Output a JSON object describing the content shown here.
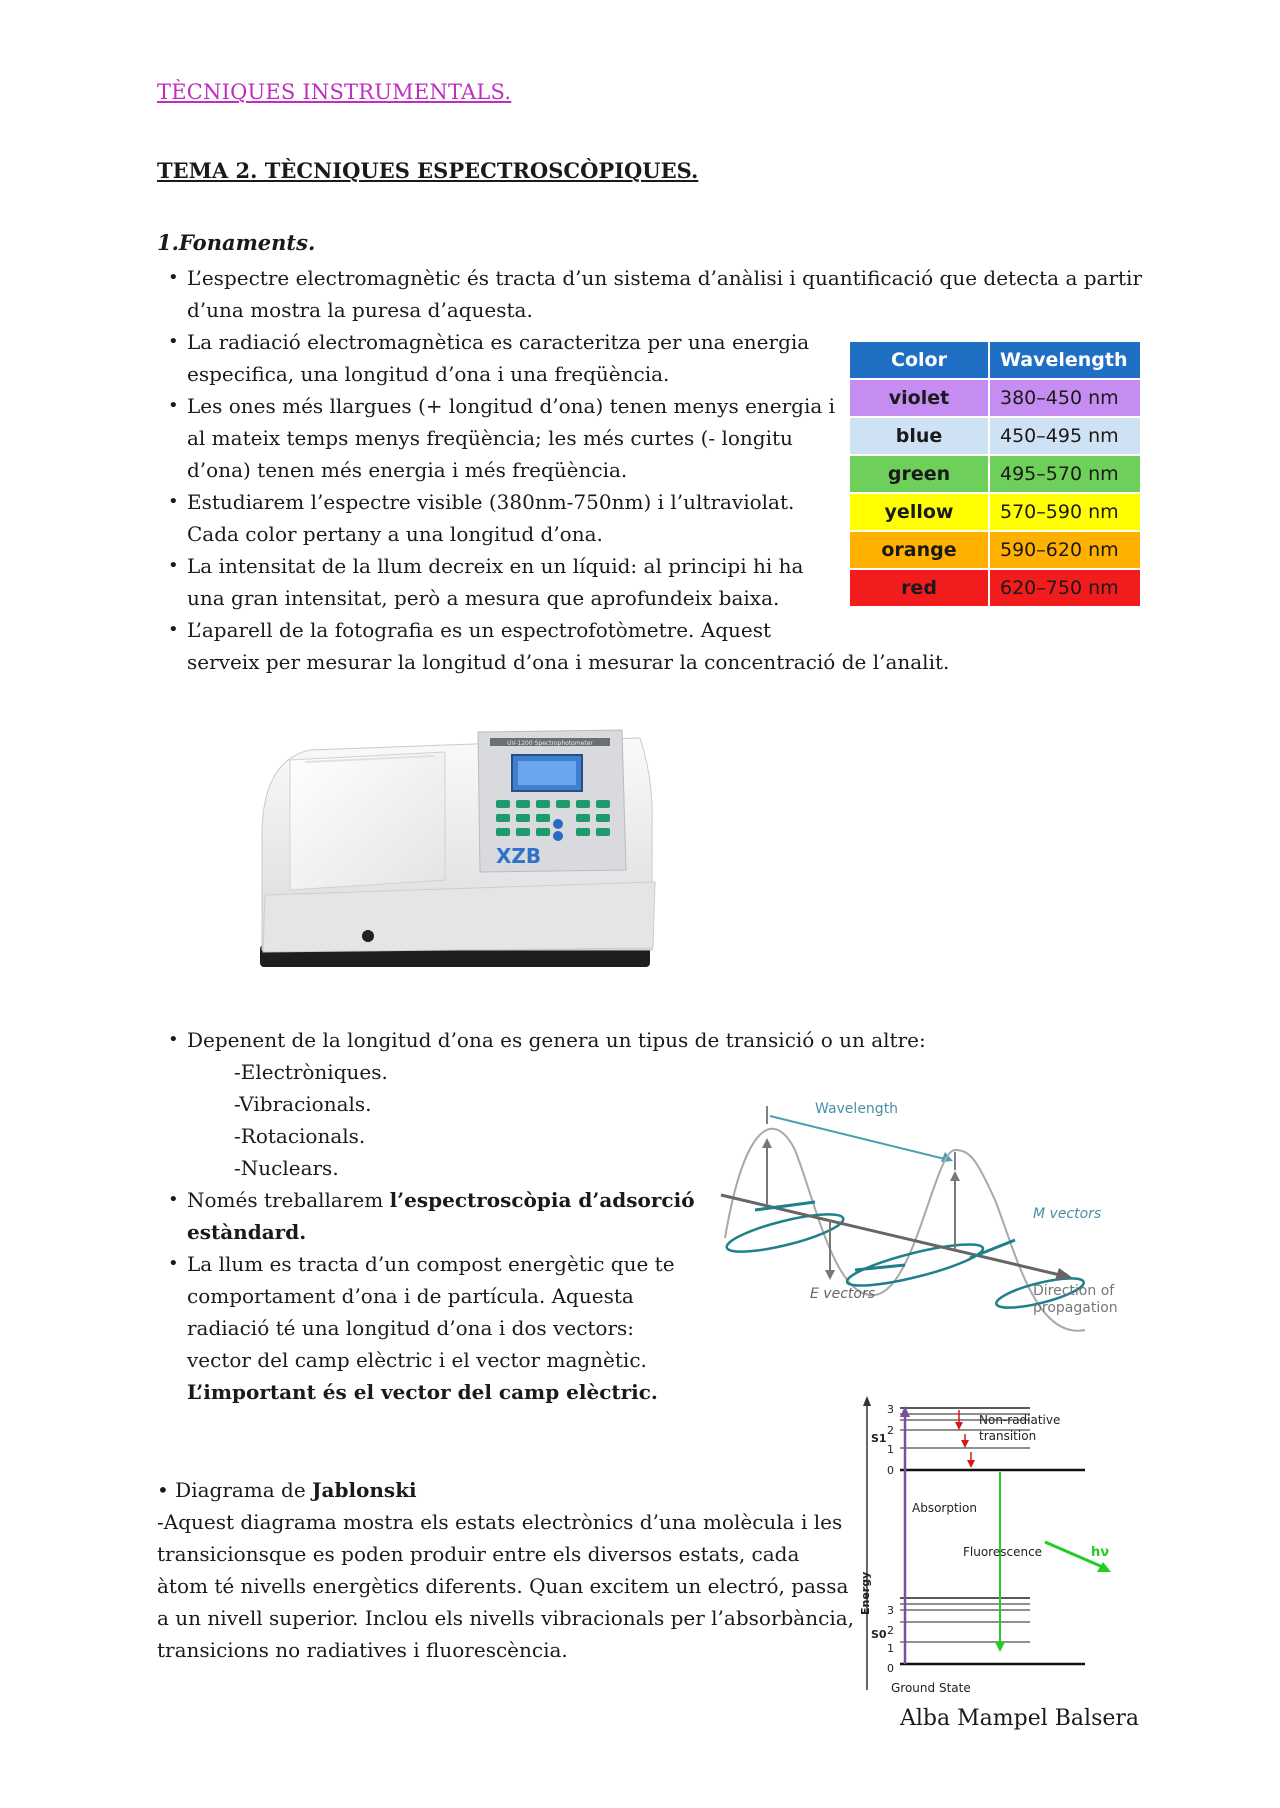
{
  "header": {
    "course_title": "TÈCNIQUES INSTRUMENTALS.",
    "topic_title": "TEMA 2. TÈCNIQUES ESPECTROSCÒPIQUES."
  },
  "section": {
    "heading": "1.Fonaments.",
    "bullets": [
      [
        "L’espectre electromagnètic és tracta d’un sistema d’anàlisi i quantificació que detecta a partir",
        "d’una mostra la puresa d’aquesta."
      ],
      [
        "La radiació electromagnètica es caracteritza per una energia",
        "especifica, una longitud d’ona i una freqüència."
      ],
      [
        "Les ones més llargues (+ longitud d’ona) tenen menys energia i",
        "al mateix temps menys freqüència; les més curtes (- longitu",
        "d’ona) tenen més energia i més freqüència."
      ],
      [
        "Estudiarem l’espectre visible (380nm-750nm) i l’ultraviolat.",
        "Cada color pertany a una longitud d’ona."
      ],
      [
        "La intensitat de la llum decreix en un líquid: al principi hi ha",
        "una gran intensitat, però a mesura que aprofundeix baixa."
      ],
      [
        "L’aparell de la fotografia es un espectrofotòmetre. Aquest",
        "serveix per mesurar la longitud d’ona i mesurar la concentració de l’analit."
      ]
    ]
  },
  "wavelength_table": {
    "headers": [
      "Color",
      "Wavelength"
    ],
    "rows": [
      {
        "color": "violet",
        "range": "380–450 nm",
        "bg": "#c58cf2"
      },
      {
        "color": "blue",
        "range": "450–495 nm",
        "bg": "#cfe2f3"
      },
      {
        "color": "green",
        "range": "495–570 nm",
        "bg": "#6fcf5b"
      },
      {
        "color": "yellow",
        "range": "570–590 nm",
        "bg": "#ffff00"
      },
      {
        "color": "orange",
        "range": "590–620 nm",
        "bg": "#ffb000"
      },
      {
        "color": "red",
        "range": "620–750 nm",
        "bg": "#f21c1c"
      }
    ]
  },
  "spectrophotometer": {
    "brand": "XZB",
    "panel_title": "UV-1200 Spectrophotometer"
  },
  "transitions": {
    "intro": "Depenent de la longitud d’ona es genera un tipus de transició o un altre:",
    "items": [
      "-Electròniques.",
      "-Vibracionals.",
      "-Rotacionals.",
      "-Nuclears."
    ]
  },
  "bullet_absorption": {
    "prefix": "Només treballarem ",
    "bold": "l’espectroscòpia d’adsorció",
    "bold2": "estàndard."
  },
  "bullet_light": {
    "lines": [
      "La llum es tracta d’un compost energètic que te",
      "comportament d’ona i de partícula. Aquesta",
      "radiació té una longitud d’ona i dos vectors:",
      "vector del camp elèctric i el vector magnètic."
    ],
    "bold_line": "L’important és el vector del camp elèctric."
  },
  "wave_diagram": {
    "wavelength_label": "Wavelength",
    "m_vectors_label": "M vectors",
    "e_vectors_label": "E vectors",
    "direction_label_1": "Direction of",
    "direction_label_2": "propagation",
    "colors": {
      "wave": "#999999",
      "m_wave": "#1f7f8a",
      "arrow": "#1f7f8a"
    }
  },
  "jablonski_text": {
    "title_prefix": "• Diagrama de ",
    "title_bold": "Jablonski",
    "lines": [
      "-Aquest diagrama mostra els estats electrònics d’una molècula i les",
      "transicionsque es poden produir entre els diversos estats, cada",
      "àtom té nivells energètics diferents. Quan excitem un electró, passa",
      "a un nivell superior. Inclou els nivells vibracionals per l’absorbància,",
      "transicions no radiatives i fluorescència."
    ]
  },
  "jablonski_diagram": {
    "s1_label": "S1",
    "s0_label": "S0",
    "level_numbers": [
      "3",
      "2",
      "1",
      "0"
    ],
    "non_radiative_1": "Non-radiative",
    "non_radiative_2": "transition",
    "absorption": "Absorption",
    "fluorescence": "Fluorescence",
    "hv": "hν",
    "energy": "Energy",
    "ground_state": "Ground State",
    "colors": {
      "absorption": "#7b4fa0",
      "non_radiative": "#d11a1a",
      "fluorescence": "#22cc22",
      "hv": "#22cc22"
    }
  },
  "footer": {
    "author": "Alba Mampel Balsera"
  }
}
